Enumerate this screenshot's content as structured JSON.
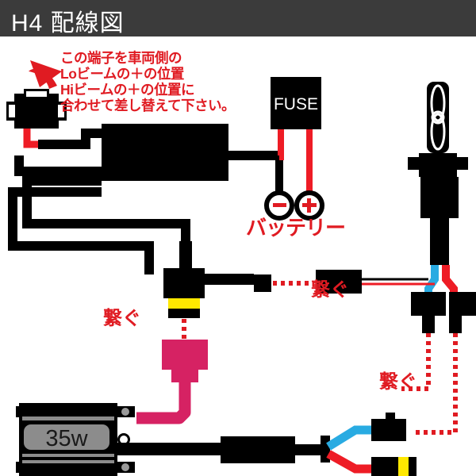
{
  "header": {
    "title": "H4 配線図"
  },
  "annotations": {
    "instruction": "この端子を車両側の\nLoビームの＋の位置\nHiビームの＋の位置に\n合わせて差し替えて下さい。",
    "battery_label": "バッテリー",
    "connect_1": "繋ぐ",
    "connect_2": "繋ぐ",
    "connect_3": "繋ぐ"
  },
  "components": {
    "fuse_label": "FUSE",
    "ballast_label": "35w",
    "battery_minus": "−",
    "battery_plus": "＋"
  },
  "colors": {
    "header_bg": "#3b3b3b",
    "header_text": "#ffffff",
    "annotation_red": "#e01b22",
    "wire_black": "#000000",
    "wire_red": "#ee1c25",
    "wire_blue": "#29abe2",
    "wire_pink": "#d62263",
    "band_yellow": "#ffe800",
    "ballast_plate": "#8c8c8c",
    "page_bg": "#ffffff"
  },
  "icons": {
    "arrow": "curved-arrow-icon",
    "bulb": "h4-bulb-icon",
    "socket": "h4-socket-icon",
    "fuse": "fuse-box-icon",
    "relay": "relay-block-icon",
    "ballast": "ballast-icon",
    "battery_terminal_minus": "battery-minus-terminal-icon",
    "battery_terminal_plus": "battery-plus-terminal-icon"
  }
}
